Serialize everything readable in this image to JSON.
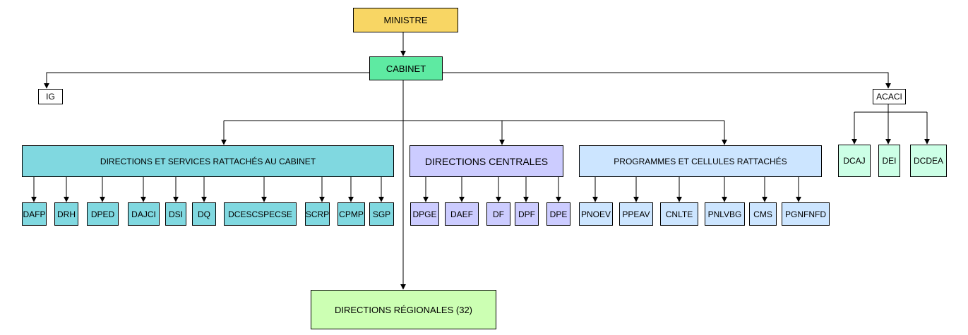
{
  "nodes": {
    "ministre": "MINISTRE",
    "cabinet": "CABINET",
    "ig": "IG",
    "acaci": "ACACI",
    "dcaj": "DCAJ",
    "dei": "DEI",
    "dcdea": "DCDEA",
    "directions_services": "DIRECTIONS  ET SERVICES RATTACHÉS AU CABINET",
    "directions_centrales": "DIRECTIONS CENTRALES",
    "programmes_cellules": "PROGRAMMES ET CELLULES RATTACHÉS",
    "directions_regionales": "DIRECTIONS RÉGIONALES (32)",
    "dafp": "DAFP",
    "drh": "DRH",
    "dped": "DPED",
    "dajci": "DAJCI",
    "dsi": "DSI",
    "dq": "DQ",
    "dcescspecse": "DCESCSPECSE",
    "scrp": "SCRP",
    "cpmp": "CPMP",
    "sgp": "SGP",
    "dpge": "DPGE",
    "daef": "DAEF",
    "df": "DF",
    "dpf": "DPF",
    "dpe": "DPE",
    "pnoev": "PNOEV",
    "ppeav": "PPEAV",
    "cnlte": "CNLTE",
    "pnlvbg": "PNLVBG",
    "cms": "CMS",
    "pgnfnfd": "PGNFNFD"
  },
  "colors": {
    "ministre": "#f8d664",
    "cabinet": "#5eeaa2",
    "rattaches_cabinet": "#80d8e0",
    "centrales": "#ccccff",
    "programmes": "#cce5ff",
    "acaci_children": "#ccffe6",
    "regionales": "#ccffb3",
    "plain": "#ffffff"
  }
}
